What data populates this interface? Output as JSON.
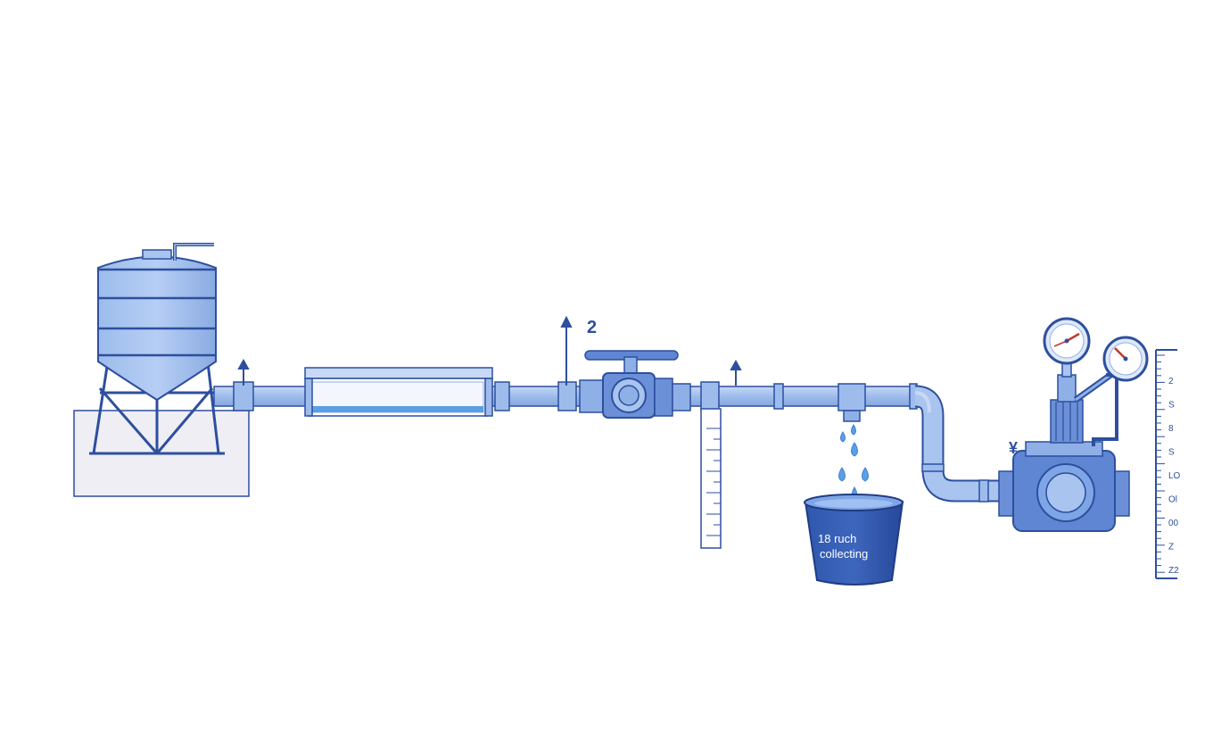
{
  "colors": {
    "outline": "#2d4f9e",
    "fill_light": "#a9c4ee",
    "fill_mid": "#8fb0e6",
    "fill_dark": "#3d63b8",
    "water": "#5aa0e6",
    "base": "#eeeef4",
    "gauge_needle": "#c0392b",
    "background": "#ffffff"
  },
  "labels": {
    "valve_marker": "2",
    "outlet_marker": "¥",
    "bucket_line1": "18 ruch",
    "bucket_line2": "collecting"
  },
  "right_ruler": {
    "tick_labels": [
      "2",
      "S",
      "8",
      "S",
      "LO",
      "Ol",
      "00",
      "Z",
      "Z2"
    ]
  },
  "components": [
    "water-tower",
    "filter-section",
    "gate-valve",
    "vertical-gauge",
    "drip-tee",
    "bucket",
    "elbow-pipe",
    "pump-with-gauges",
    "measurement-ruler"
  ]
}
